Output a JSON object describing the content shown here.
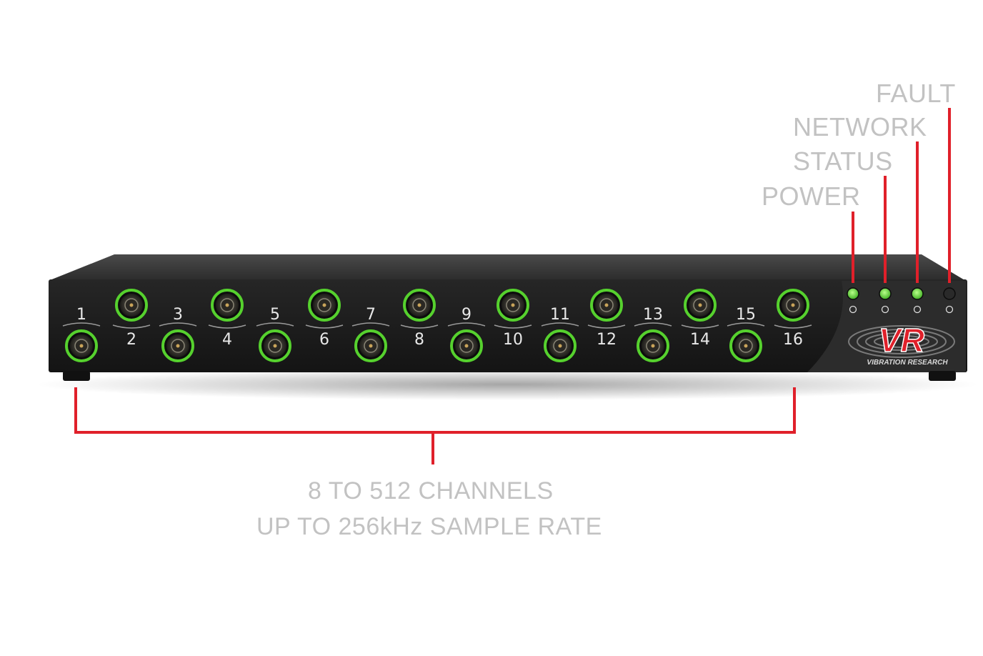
{
  "indicators": {
    "fault": "FAULT",
    "network": "NETWORK",
    "status": "STATUS",
    "power": "POWER"
  },
  "channels": {
    "top_row": [
      "2",
      "4",
      "6",
      "8",
      "10",
      "12",
      "14",
      "16"
    ],
    "bottom_row": [
      "1",
      "3",
      "5",
      "7",
      "9",
      "11",
      "13",
      "15"
    ]
  },
  "logo": {
    "mark": "VR",
    "name": "VIBRATION RESEARCH"
  },
  "specs": {
    "line1": "8 TO 512 CHANNELS",
    "line2": "UP TO 256kHz SAMPLE RATE"
  },
  "colors": {
    "callout_line": "#e0202a",
    "callout_text": "#c2c2c2",
    "led_on": "#5fd63a",
    "led_off": "#2a2a2a",
    "connector_ring": "#56d12e",
    "chassis": "#1c1c1c"
  }
}
